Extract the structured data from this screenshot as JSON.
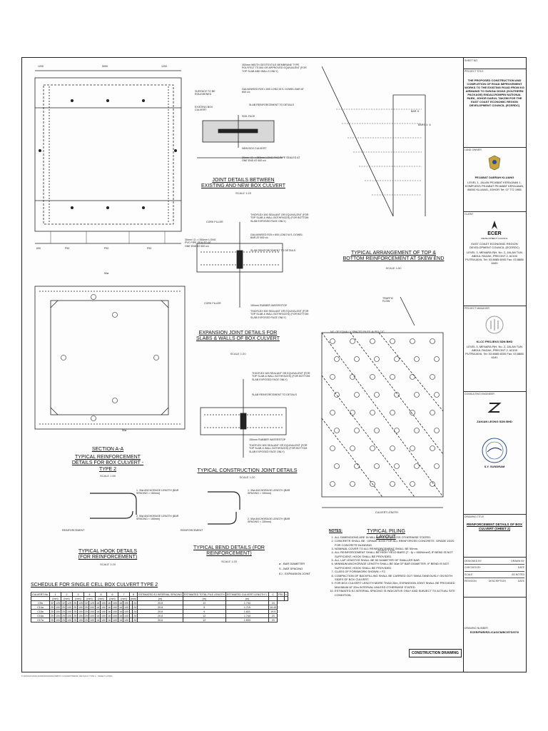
{
  "title_block": {
    "sheet_no_label": "SHEET NO.",
    "project_label": "PROJECT TITLE",
    "project_title": "THE PROPOSED CONSTRUCTION AND COMPLETION OF ROAD IMPROVEMENT WORKS TO THE EXISTING ROAD FROM KG AIRMANIS TO SUNGAI DIVAS (SOUTHERN PACKAGE) ENDAU-ROMPIN NATIONAL PARK, JOHOR DARUL TAKZIM FOR THE EAST COAST ECONOMIC REGION DEVELOPMENT COUNCIL (ECERDC)",
    "landowner_label": "LAND OWNER",
    "landowner_name": "PEJABAT DAERAH KLUANG",
    "landowner_addr": "LEVEL 1, JALAN PEJABAT KERAJAAN 1, KOMPLEKS PEJABAT PEJABAT KERAJAAN, 86000 KLUANG, JOHOR Tel: 07 772 1985",
    "client_label": "CLIENT",
    "client_logo_text": "ECER",
    "client_logo_sub": "DEVELOPMENT COUNCIL",
    "client_name": "EAST COAST ECONOMIC REGION DEVELOPMENT COUNCIL (ECERDC)",
    "client_addr": "LEVEL 3, MENARA PjH, No. 2, JALAN TUN ABDUL RAZAK, PRECINT 2, 62100 PUTRAJAYA. Tel: 03 8885 6000 Fax: 03 8885 6009",
    "pm_label": "PROJECT MANAGER",
    "pm_name": "KLCC PROJEKS SDN BHD",
    "pm_addr": "LEVEL 3, MENARA PjH, No. 2, JALAN TUN ABDUL RAZAK, PRECINT 2, 62100 PUTRAJAYA. Tel: 03 8885 6000 Fax: 03 8885 6181",
    "consultant_label": "CONSULTING ENGINEER",
    "consultant_name": "ZAKIAN LEONG SDN BHD",
    "engineer_name": "S.Y. SUNDRAM",
    "drawing_title_label": "DRAWING TITLE",
    "drawing_title": "REINFORCEMENT DETAILS OF BOX CULVERT (SHEET 2)",
    "designed_label": "DESIGNED BY",
    "drawn_label": "DRAWN BY",
    "checked_label": "CHECKED BY",
    "date_label": "DATE",
    "scale_label": "SCALE",
    "scale_value": "AS NOTED",
    "revision_label": "REVISION",
    "description_label": "DESCRIPTION",
    "drawing_number_label": "DRAWING NUMBER",
    "drawing_number": "ECER/PWR/RZL/CAS/CN/BC/STD/07/0"
  },
  "titles": {
    "joint_existing": "JOINT DETAILS BETWEEN EXISTING AND NEW BOX CULVERT",
    "joint_existing_scale": "SCALE 1:20",
    "skew_end": "TYPICAL ARRANGEMENT OF TOP & BOTTOM REINFORCEMENT AT SKEW END",
    "skew_end_scale": "SCALE 1:50",
    "expansion": "EXPANSION JOINT DETAILS FOR SLABS & WALLS OF BOX CULVERT",
    "expansion_scale": "SCALE 1:20",
    "section_aa": "SECTION A-A",
    "typical_reinf": "TYPICAL REINFORCEMENT DETAILS FOR BOX CULVERT - TYPE 2",
    "typical_reinf_scale": "SCALE 1:50",
    "construction_joint": "TYPICAL CONSTRUCTION JOINT DETAILS",
    "construction_joint_scale": "SCALE 1:20",
    "hook": "TYPICAL HOOK DETAILS (FOR REINFORCEMENT)",
    "hook_scale": "SCALE 1:20",
    "bend": "TYPICAL BEND DETAILS (FOR REINFORCEMENT)",
    "bend_scale": "SCALE 1:20",
    "piling": "TYPICAL PILING LAYOUT",
    "piling_scale": "SCALE 1:100",
    "schedule": "SCHEDULE FOR SINGLE CELL BOX CULVERT TYPE 2"
  },
  "annotations": {
    "geotextile": "300mm WIDTH GEOTEXTILE MEMBRANE TYPE POLYFELT TS 500 OR APPROVED EQUIVALENT (FOR TOP SLAB AND WALLS ONLY)",
    "dowel": "GALVANISED R25 x 600 LONG M.S. DOWEL BAR AT 600 c/c",
    "slab_reinf": "SLAB REINFORCEMENT TO DETAILS",
    "soil_face": "SOIL FACE",
    "new_culvert": "NEW BOX CULVERT",
    "pvc": "30mm I.D. x 350mm LONG PVC PIPE SEALED AT ONE END AT 600 c/c",
    "existing": "EXISTING BOX CULVERT",
    "surface": "SURFACE TO BE ROUGHENED",
    "cork_filler": "CORK FILLER",
    "sealant": "THIOFLEX 600 SEALANT OR EQUIVALENT (FOR TOP SLAB & WALL BOTHFACES) (FOR BOTTOM SLAB EXPOSED FACE ONLY)",
    "waterstop": "150mm RUBBER WATERSTOP",
    "anchorage_a": "1. 30ø ANCHORAGE LENGTH (BAR SPACING > 150mm)",
    "anchorage_b": "2. 50ø ANCHORAGE LENGTH (BAR SPACING < 150mm)",
    "reinforcement": "REINFORCEMENT",
    "bars": "BARS",
    "bar": "BAR",
    "traffic_flow": "TRAFFIC FLOW",
    "culvert_length": "CULVERT LENGTH",
    "piles": "NO. OF EQUALLY SPACED PILES @ P51 C/C"
  },
  "legend": [
    "ø - BAR DIAMETER",
    "S - BAR SPACING",
    "EJ - EXPANSION JOINT"
  ],
  "notes": {
    "heading": "NOTES:",
    "items": [
      "ALL DIMENSIONS ARE IN MILLIMETERS UNLESS OTHERWISE STATED.",
      "CONCRETE SHALL BE : GRADE 40/20 FOR ALL REINFORCED CONCRETE. GRADE 15/20 FOR CONCRETE BLINDING.",
      "NOMINAL COVER TO ALL REINFORCEMENT SHALL BE 50mm.",
      "ALL REINFORCEMENT SHALL BE HIGH YIELD BARS (T : fy = 500N/mm²) IF BEND IS NOT SUFFICIENT, HOOK SHALL BE PROVIDED.",
      "ALL LAP LENGTHS SHALL BE 50 DIAMETER OF SMALLER BAR.",
      "MINIMUM ANCHORAGE LENGTH SHALL BE 50ø OF BAR DIAMETER. IF BEND IS NOT SUFFICIENT, HOOK SHALL BE PROVIDED.",
      "CLASS OF FORMWORK SHOWN > F2.",
      "COMPACTION OF BACKFILLING SHALL BE CARRIED OUT SIMULTANEOUSLY ON BOTH SIDES OF BOX CULVERT.",
      "FOR BOX CULVERT LENGTH MORE THAN 20m, EXPANSION JOINT SHALL BE PROVIDED MAXIMUM AT 20m INTERVAL UNLESS OTHERWISE STATED.",
      "ESTIMATED EJ INTERVAL SPACING IS INDICATIVE ONLY AND SUBJECT TO ACTUAL SITE CONDITION."
    ]
  },
  "stamp": "CONSTRUCTION DRAWING",
  "schedule": {
    "headers": [
      "CULVERT No.",
      "1",
      "2",
      "3",
      "4",
      "5",
      "6",
      "7",
      "8",
      "ESTIMATED EJ INTERVAL SPACING",
      "ESTIMATED TOTAL PILE LENGTH",
      "ESTIMATED CULVERT LENGTH 'L'",
      "C",
      "P51",
      "n"
    ],
    "sub_headers": [
      "LONGITUDINAL REINFORCEMENT",
      "LONGITUDINAL REINFORCEMENT",
      "LONGITUDINAL REINFORCEMENT"
    ],
    "unit_row": [
      "(mm)",
      "(mm)",
      "(mm)",
      "(mm)",
      "(mm)",
      "(mm)",
      "(mm)",
      "(mm)",
      "(m)",
      "(m)",
      "(m)"
    ],
    "rows": [
      [
        "C9a",
        "32",
        "125",
        "32",
        "125",
        "25",
        "125",
        "32",
        "125",
        "16",
        "100",
        "16",
        "100",
        "16",
        "100",
        "-",
        "24",
        "20.8",
        "12",
        "1.744",
        "24"
      ],
      [
        "C14a",
        "25",
        "100",
        "25",
        "100",
        "25",
        "100",
        "25",
        "100",
        "16",
        "100",
        "16",
        "100",
        "16",
        "100",
        "-",
        "24",
        "20.8",
        "9",
        "1.719",
        "19.43"
      ],
      [
        "C15a",
        "25",
        "100",
        "25",
        "100",
        "25",
        "100",
        "25",
        "100",
        "16",
        "100",
        "16",
        "100",
        "16",
        "100",
        "-",
        "24",
        "20.8",
        "9",
        "1.821",
        "19.5"
      ],
      [
        "C16a",
        "25",
        "100",
        "25",
        "100",
        "25",
        "100",
        "25",
        "100",
        "16",
        "100",
        "16",
        "100",
        "16",
        "100",
        "-",
        "24",
        "20.8",
        "12",
        "1.744",
        "23"
      ],
      [
        "C17a",
        "25",
        "100",
        "25",
        "100",
        "25",
        "100",
        "25",
        "100",
        "16",
        "100",
        "16",
        "100",
        "16",
        "100",
        "-",
        "24",
        "20.6",
        "12",
        "1.633",
        "23"
      ]
    ]
  },
  "dims": {
    "d1": "1200",
    "d2": "5000",
    "d3": "1200",
    "dP": "P52",
    "d4": "600",
    "d50": "50ø"
  },
  "footer": "F:\\2016\\ZL\\2016-ECER\\DRAWINGS\\BOX CULVERT\\REINF DETAILS TYPE 2 - SHEET 2.DWG"
}
